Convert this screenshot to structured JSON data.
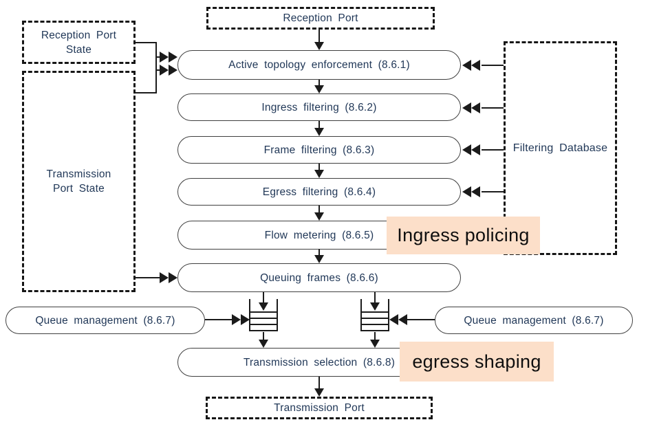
{
  "colors": {
    "highlight_bg": "#fcdfc9",
    "diagram_text": "#1f3656",
    "annotation_text": "#0f0f0f",
    "line": "#1b1b1b"
  },
  "boxes": {
    "reception_port": "Reception Port",
    "reception_port_state": [
      "Reception Port",
      "State"
    ],
    "transmission_port_state": [
      "Transmission",
      "Port State"
    ],
    "filtering_database": "Filtering Database",
    "transmission_port": "Transmission Port"
  },
  "stages": {
    "active_topology": "Active topology enforcement (8.6.1)",
    "ingress_filtering": "Ingress filtering (8.6.2)",
    "frame_filtering": "Frame filtering (8.6.3)",
    "egress_filtering": "Egress filtering (8.6.4)",
    "flow_metering": "Flow metering (8.6.5)",
    "queuing_frames": "Queuing frames (8.6.6)",
    "transmission_selection": "Transmission selection (8.6.8)"
  },
  "queue_management": {
    "left": "Queue management (8.6.7)",
    "right": "Queue management (8.6.7)"
  },
  "annotations": {
    "ingress_policing": "Ingress policing",
    "egress_shaping": "egress shaping"
  }
}
